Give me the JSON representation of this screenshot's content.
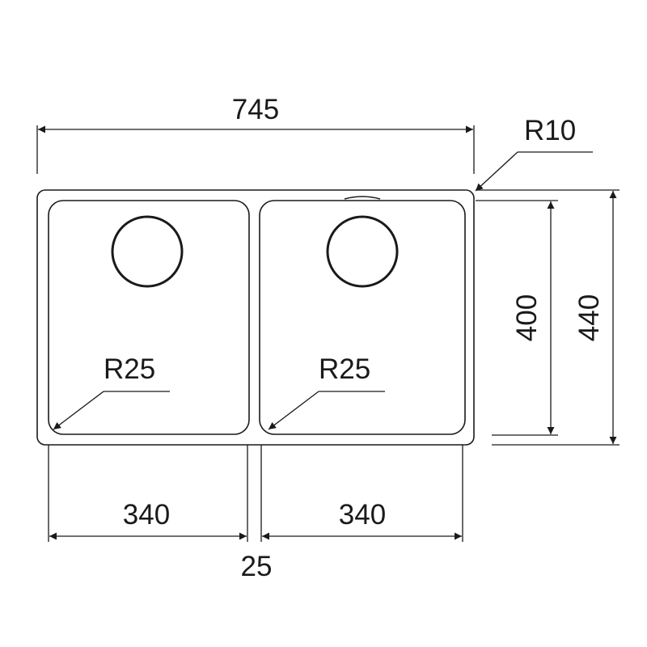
{
  "dimensions": {
    "overall_width": "745",
    "overall_depth": "440",
    "bowl_depth": "400",
    "left_bowl_width": "340",
    "right_bowl_width": "340",
    "bowl_gap": "25",
    "outer_corner_radius": "R10",
    "left_bowl_radius": "R25",
    "right_bowl_radius": "R25"
  }
}
